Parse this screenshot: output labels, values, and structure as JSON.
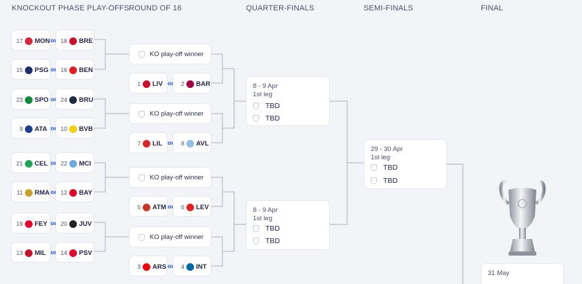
{
  "headers": {
    "ko_playoffs": "KNOCKOUT PHASE PLAY-OFFS",
    "r16": "ROUND OF 16",
    "qf": "QUARTER-FINALS",
    "sf": "SEMI-FINALS",
    "final": "FINAL"
  },
  "or_label": "or",
  "ko_winner": "KO play-off winner",
  "playoff_pairs": [
    {
      "a": {
        "seed": "17",
        "code": "MON",
        "color": "#d7263d"
      },
      "b": {
        "seed": "18",
        "code": "BRE",
        "color": "#c8102e"
      }
    },
    {
      "a": {
        "seed": "15",
        "code": "PSG",
        "color": "#1c2d6b"
      },
      "b": {
        "seed": "16",
        "code": "BEN",
        "color": "#e31b23"
      }
    },
    {
      "a": {
        "seed": "23",
        "code": "SPO",
        "color": "#0a8a3a"
      },
      "b": {
        "seed": "24",
        "code": "BRU",
        "color": "#1e2a44"
      }
    },
    {
      "a": {
        "seed": "9",
        "code": "ATA",
        "color": "#1d3f8c"
      },
      "b": {
        "seed": "10",
        "code": "BVB",
        "color": "#f5d000"
      }
    },
    {
      "a": {
        "seed": "21",
        "code": "CEL",
        "color": "#23a455"
      },
      "b": {
        "seed": "22",
        "code": "MCI",
        "color": "#6cabdd"
      }
    },
    {
      "a": {
        "seed": "11",
        "code": "RMA",
        "color": "#c9a227"
      },
      "b": {
        "seed": "12",
        "code": "BAY",
        "color": "#dc052d"
      }
    },
    {
      "a": {
        "seed": "19",
        "code": "FEY",
        "color": "#e4002b"
      },
      "b": {
        "seed": "20",
        "code": "JUV",
        "color": "#222222"
      }
    },
    {
      "a": {
        "seed": "13",
        "code": "MIL",
        "color": "#c8102e"
      },
      "b": {
        "seed": "14",
        "code": "PSV",
        "color": "#e4002b"
      }
    }
  ],
  "r16_pairs": [
    {
      "a": {
        "seed": "1",
        "code": "LIV",
        "color": "#c8102e"
      },
      "b": {
        "seed": "2",
        "code": "BAR",
        "color": "#a50044"
      }
    },
    {
      "a": {
        "seed": "7",
        "code": "LIL",
        "color": "#d62828"
      },
      "b": {
        "seed": "8",
        "code": "AVL",
        "color": "#95bfe5"
      }
    },
    {
      "a": {
        "seed": "5",
        "code": "ATM",
        "color": "#cb3524"
      },
      "b": {
        "seed": "6",
        "code": "LEV",
        "color": "#e32221"
      }
    },
    {
      "a": {
        "seed": "3",
        "code": "ARS",
        "color": "#ef0107"
      },
      "b": {
        "seed": "4",
        "code": "INT",
        "color": "#0068a8"
      }
    }
  ],
  "quarter_finals": [
    {
      "date": "8 - 9 Apr",
      "leg": "1st leg",
      "tbd1": "TBD",
      "tbd2": "TBD"
    },
    {
      "date": "8 - 9 Apr",
      "leg": "1st leg",
      "tbd1": "TBD",
      "tbd2": "TBD"
    }
  ],
  "semi_final": {
    "date": "29 - 30 Apr",
    "leg": "1st leg",
    "tbd1": "TBD",
    "tbd2": "TBD"
  },
  "final": {
    "date": "31 May",
    "trophy": "champions-league-trophy"
  }
}
